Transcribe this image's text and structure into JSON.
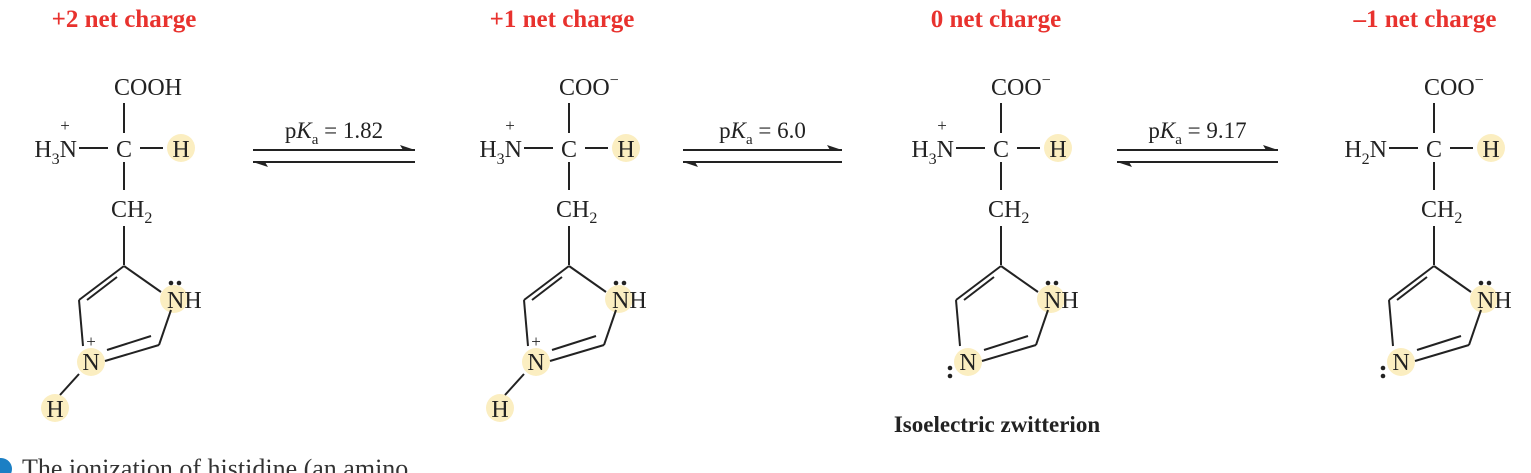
{
  "colors": {
    "charge_label": "#e8322e",
    "highlight": "#fbeec1",
    "text": "#222222",
    "caption_bullet": "#1b7fc4"
  },
  "charges": [
    "+2 net charge",
    "+1 net charge",
    "0 net charge",
    "–1 net charge"
  ],
  "structures": [
    {
      "top_group": "COOH",
      "top_minus": "",
      "amino_H": "H",
      "amino_sub": "3",
      "amino_plus": "+",
      "ring_N_plus": "+",
      "ring_N_H": "H",
      "ring_N_lone_pair": false
    },
    {
      "top_group": "COO",
      "top_minus": "−",
      "amino_H": "H",
      "amino_sub": "3",
      "amino_plus": "+",
      "ring_N_plus": "+",
      "ring_N_H": "H",
      "ring_N_lone_pair": false
    },
    {
      "top_group": "COO",
      "top_minus": "−",
      "amino_H": "H",
      "amino_sub": "3",
      "amino_plus": "+",
      "ring_N_plus": "",
      "ring_N_H": "",
      "ring_N_lone_pair": true
    },
    {
      "top_group": "COO",
      "top_minus": "−",
      "amino_H": "H",
      "amino_sub": "2",
      "amino_plus": "",
      "ring_N_plus": "",
      "ring_N_H": "",
      "ring_N_lone_pair": true
    }
  ],
  "common": {
    "N": "N",
    "C": "C",
    "alpha_H": "H",
    "ch2_main": "CH",
    "ch2_sub": "2",
    "nh_label": "NH"
  },
  "equilibria": [
    {
      "prefix": "p",
      "symbol": "K",
      "sub": "a",
      "eq": " = ",
      "value": "1.82"
    },
    {
      "prefix": "p",
      "symbol": "K",
      "sub": "a",
      "eq": " = ",
      "value": "6.0"
    },
    {
      "prefix": "p",
      "symbol": "K",
      "sub": "a",
      "eq": " = ",
      "value": "9.17"
    }
  ],
  "zwitterion_label": "Isoelectric zwitterion",
  "caption_fragment": "The ionization of histidine (an amino"
}
